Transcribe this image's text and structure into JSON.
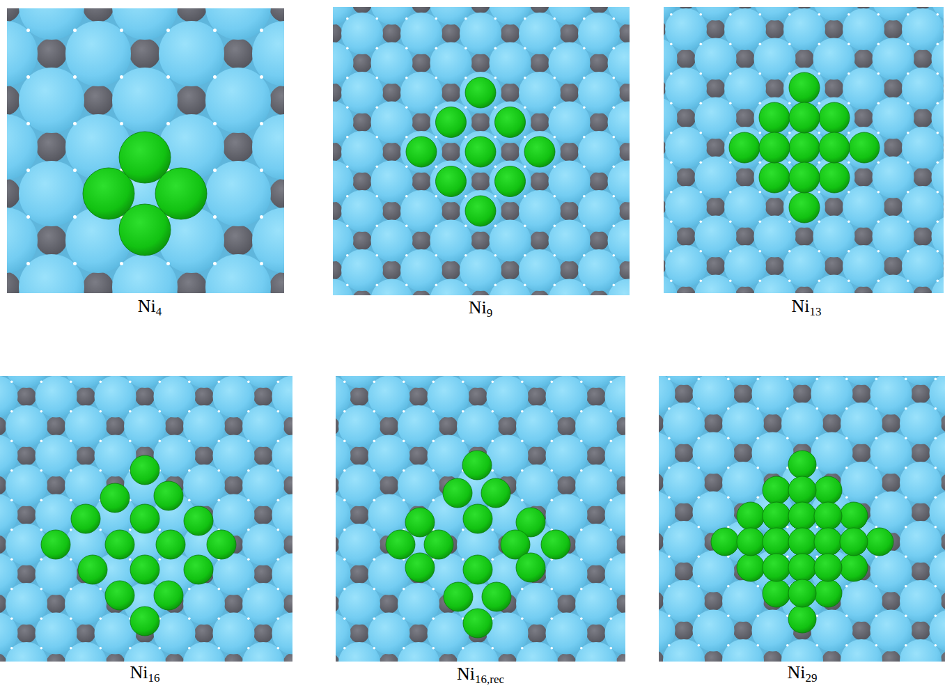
{
  "diagram": {
    "labels": [
      "Ni4",
      "Ni9",
      "Ni13",
      "Ni16",
      "Ni16,rec",
      "Ni29"
    ]
  }
}
